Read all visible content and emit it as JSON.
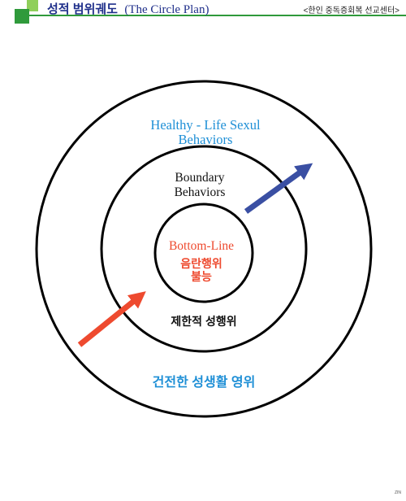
{
  "header": {
    "title_ko": "성적 범위궤도",
    "title_en": "(The Circle Plan)",
    "org": "<한인 중독증회복 선교센터>"
  },
  "colors": {
    "accent_green": "#2f9a3b",
    "light_green": "#8fcf5a",
    "title_blue": "#1f2f8a",
    "outer_blue": "#1e8fd6",
    "inner_red": "#ee4a2f",
    "arrow_blue": "#3a4fa3",
    "arrow_red": "#ee4a2f"
  },
  "diagram": {
    "outer": {
      "en_line1": "Healthy - Life Sexul",
      "en_line2": "Behaviors",
      "ko": "건전한 성생활 영위"
    },
    "middle": {
      "en_line1": "Boundary",
      "en_line2": "Behaviors",
      "ko": "제한적 성행위"
    },
    "inner": {
      "en": "Bottom-Line",
      "ko_line1": "음란행위",
      "ko_line2": "불능"
    }
  },
  "footer": {
    "text": "ZIN"
  }
}
